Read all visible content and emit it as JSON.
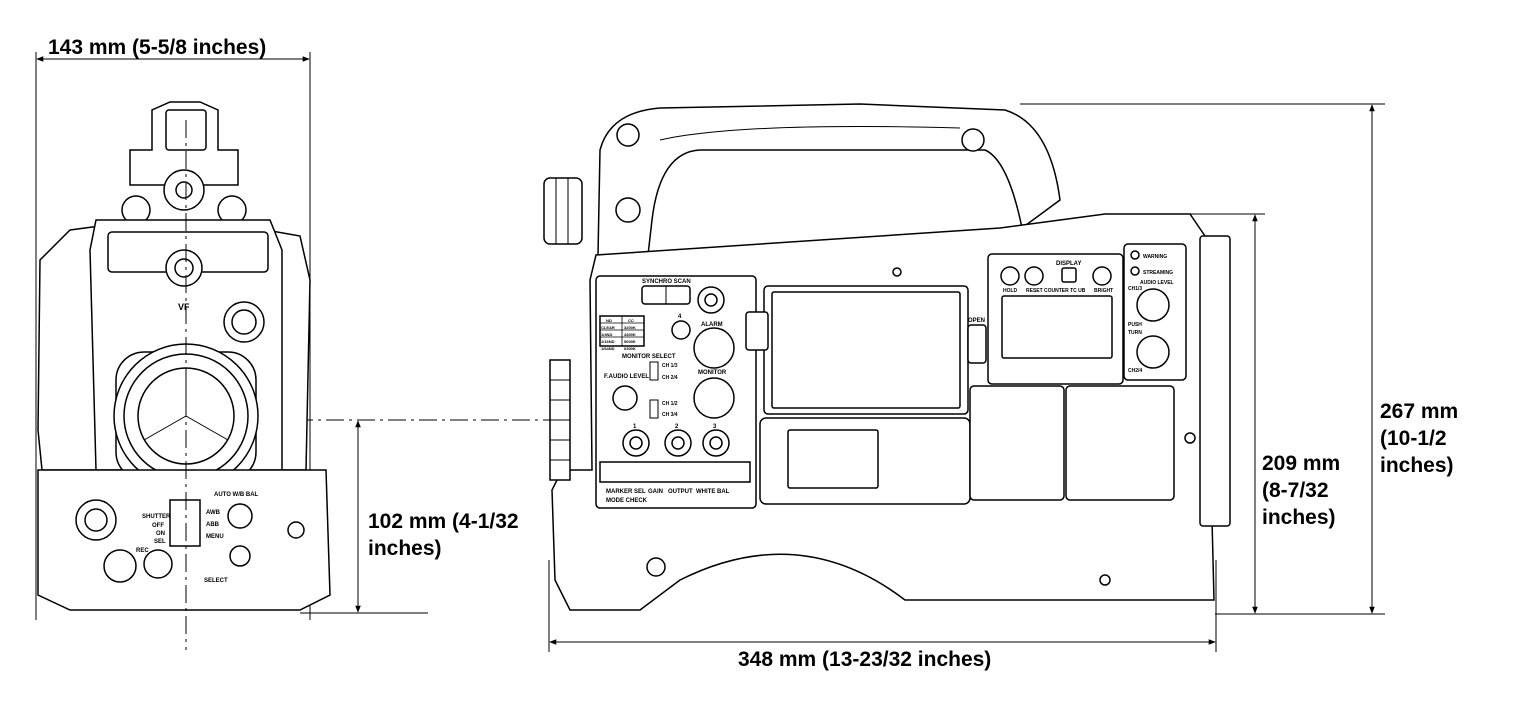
{
  "dimensions": {
    "front_width": "143 mm (5-5/8 inches)",
    "lens_height": [
      "102 mm (4-1/32",
      "inches)"
    ],
    "side_length": "348 mm (13-23/32 inches)",
    "body_height": [
      "209 mm",
      "(8-7/32",
      "inches)"
    ],
    "total_height": [
      "267 mm",
      "(10-1/2",
      "inches)"
    ]
  },
  "front_labels": {
    "vf": "VF",
    "shutter": [
      "SHUTTER",
      "OFF",
      "ON",
      "SEL"
    ],
    "auto_wb": "AUTO W/B BAL",
    "awb": "AWB",
    "abb": "ABB",
    "menu": "MENU",
    "rec": "REC",
    "select": "SELECT"
  },
  "side_labels": {
    "synchro_scan": "SYNCHRO SCAN",
    "alarm": "ALARM",
    "monitor": "MONITOR",
    "monitor_select": "MONITOR SELECT",
    "ch13": "CH 1/3",
    "ch24": "CH 2/4",
    "ch12": "CH 1/2",
    "ch34": "CH 3/4",
    "f_audio_level": "F.AUDIO LEVEL",
    "filter_nd": "ND",
    "filter_cc": "CC",
    "filter_rows": [
      [
        "CLEAR",
        "3200K"
      ],
      [
        "1/4ND",
        "4300K"
      ],
      [
        "1/16ND",
        "5600K"
      ],
      [
        "1/64ND",
        "6300K"
      ]
    ],
    "marker_sel": "MARKER SEL",
    "mode_check": "MODE CHECK",
    "gain": "GAIN",
    "output": "OUTPUT",
    "white_bal": "WHITE BAL",
    "display": "DISPLAY",
    "counter_tc_ub": "COUNTER TC UB",
    "hold": "HOLD",
    "reset": "RESET",
    "bright": "BRIGHT",
    "warning": "WARNING",
    "streaming": "STREAMING",
    "audio_level": "AUDIO LEVEL",
    "ch1_3_knob": "CH1/3",
    "ch2_4_knob": "CH2/4",
    "push_turn": [
      "PUSH",
      "TURN"
    ],
    "open": "OPEN",
    "input_nums": [
      "1",
      "2",
      "3",
      "4"
    ]
  }
}
